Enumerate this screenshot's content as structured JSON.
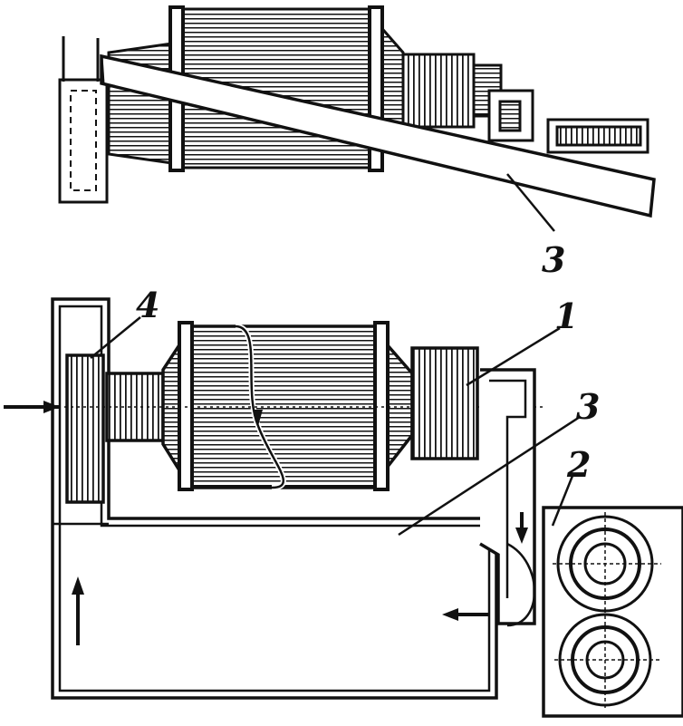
{
  "figure": {
    "labels": {
      "chute_top": "3",
      "chute_bottom": "3",
      "gear": "4",
      "drum": "1",
      "rollers": "2"
    },
    "colors": {
      "ink": "#111111",
      "paper": "#ffffff"
    }
  }
}
